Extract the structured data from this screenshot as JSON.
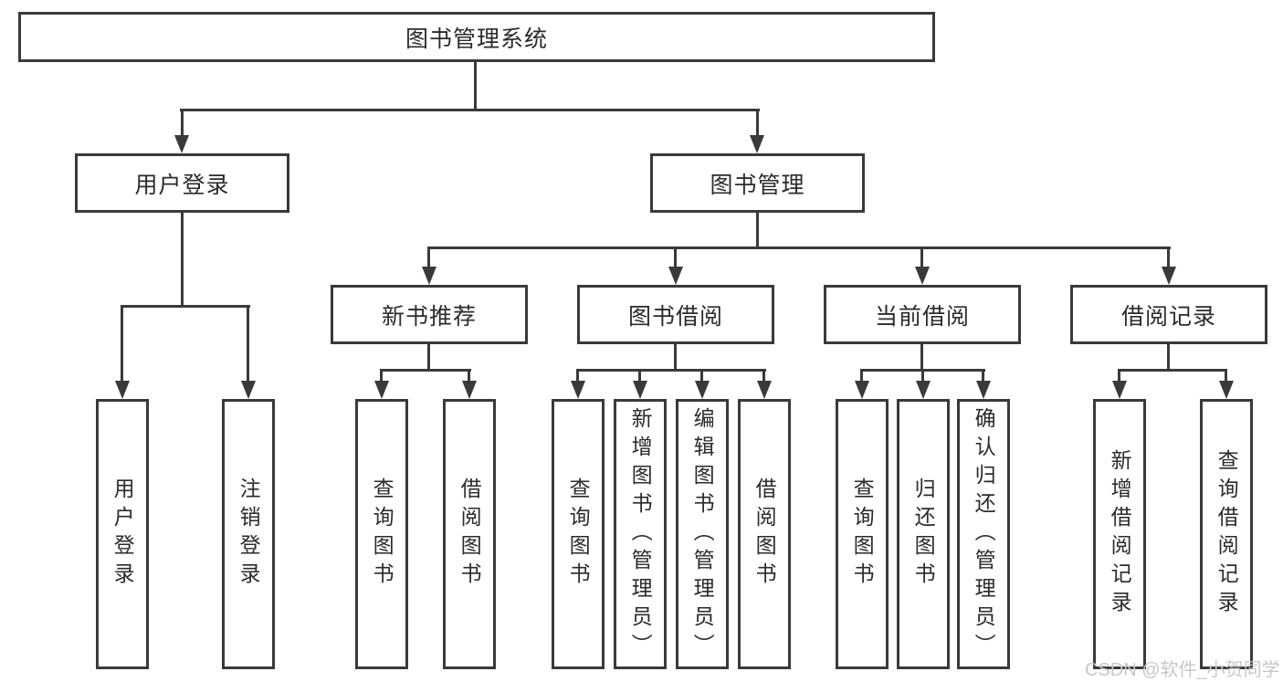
{
  "diagram": {
    "title": "图书管理系统",
    "branches": [
      {
        "label": "用户登录",
        "leaves": [
          "用户登录",
          "注销登录"
        ]
      },
      {
        "label": "图书管理",
        "sections": [
          {
            "label": "新书推荐",
            "leaves": [
              "查询图书",
              "借阅图书"
            ]
          },
          {
            "label": "图书借阅",
            "leaves": [
              "查询图书",
              "新增图书（管理员）",
              "编辑图书（管理员）",
              "借阅图书"
            ]
          },
          {
            "label": "当前借阅",
            "leaves": [
              "查询图书",
              "归还图书",
              "确认归还（管理员）"
            ]
          },
          {
            "label": "借阅记录",
            "leaves": [
              "新增借阅记录",
              "查询借阅记录"
            ]
          }
        ]
      }
    ]
  },
  "watermark": {
    "text": "CSDN @软件_小贺同学"
  },
  "colors": {
    "line": "#3a3a3a",
    "text": "#2b2b2b",
    "background": "#ffffff",
    "watermark": "#c8c8c8"
  }
}
